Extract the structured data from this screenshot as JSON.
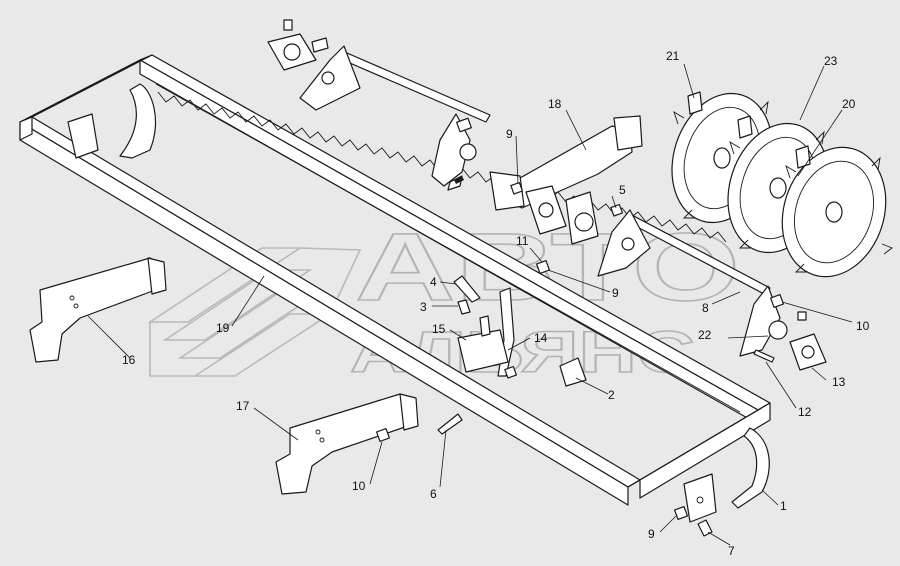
{
  "watermark": {
    "line1": "АВТО",
    "line2": "АЛЬЯНС"
  },
  "callouts": [
    {
      "id": "c1",
      "label": "1"
    },
    {
      "id": "c2",
      "label": "2"
    },
    {
      "id": "c3",
      "label": "3"
    },
    {
      "id": "c4",
      "label": "4"
    },
    {
      "id": "c5",
      "label": "5"
    },
    {
      "id": "c6",
      "label": "6"
    },
    {
      "id": "c7",
      "label": "7"
    },
    {
      "id": "c8",
      "label": "8"
    },
    {
      "id": "c9a",
      "label": "9"
    },
    {
      "id": "c9b",
      "label": "9"
    },
    {
      "id": "c9c",
      "label": "9"
    },
    {
      "id": "c10a",
      "label": "10"
    },
    {
      "id": "c10b",
      "label": "10"
    },
    {
      "id": "c11",
      "label": "11"
    },
    {
      "id": "c12",
      "label": "12"
    },
    {
      "id": "c13",
      "label": "13"
    },
    {
      "id": "c14",
      "label": "14"
    },
    {
      "id": "c15",
      "label": "15"
    },
    {
      "id": "c16",
      "label": "16"
    },
    {
      "id": "c17",
      "label": "17"
    },
    {
      "id": "c18",
      "label": "18"
    },
    {
      "id": "c19",
      "label": "19"
    },
    {
      "id": "c20",
      "label": "20"
    },
    {
      "id": "c21",
      "label": "21"
    },
    {
      "id": "c22",
      "label": "22"
    },
    {
      "id": "c23",
      "label": "23"
    }
  ]
}
